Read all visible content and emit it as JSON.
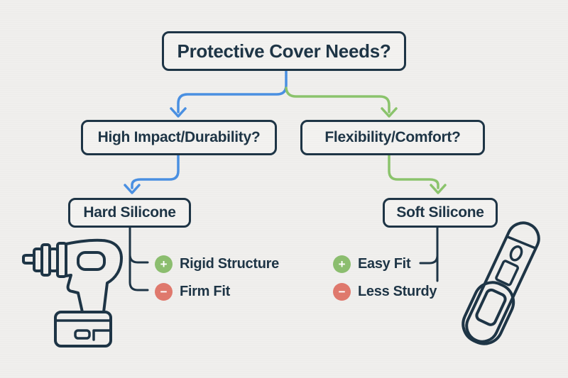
{
  "root_label": "Protective Cover Needs?",
  "branches": [
    {
      "question": "High Impact/Durability?",
      "result": "Hard Silicone",
      "items": [
        {
          "kind": "pro",
          "sign": "+",
          "label": "Rigid Structure"
        },
        {
          "kind": "con",
          "sign": "−",
          "label": "Firm Fit"
        }
      ],
      "illustration": "power-drill"
    },
    {
      "question": "Flexibility/Comfort?",
      "result": "Soft Silicone",
      "items": [
        {
          "kind": "pro",
          "sign": "+",
          "label": "Easy Fit"
        },
        {
          "kind": "con",
          "sign": "−",
          "label": "Less Sturdy"
        }
      ],
      "illustration": "thermometer-with-soft-cover"
    }
  ],
  "colors": {
    "background": "#f0efed",
    "ink": "#1e3546",
    "branch_left": "#4a90e2",
    "branch_right": "#8bc46c",
    "pro_badge": "#8cbe6f",
    "con_badge": "#e0796d",
    "thermometer_cover": "#9ccb7d"
  }
}
